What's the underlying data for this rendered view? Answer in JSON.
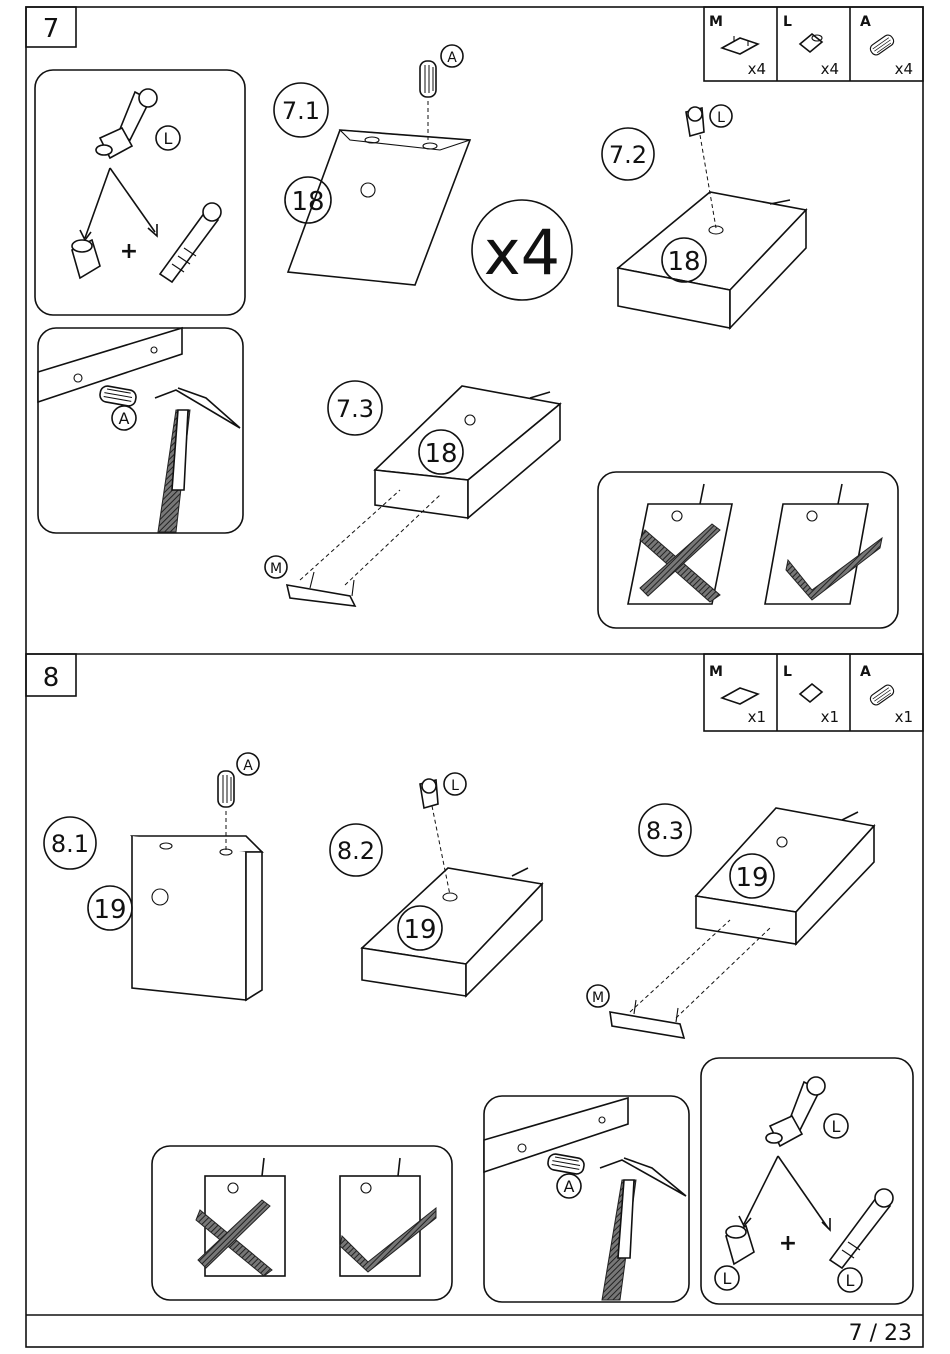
{
  "page_number": "7 / 23",
  "steps": [
    {
      "number": "7",
      "parts": [
        {
          "letter": "M",
          "qty": "x4",
          "icon": "plate-connector-icon"
        },
        {
          "letter": "L",
          "qty": "x4",
          "icon": "cam-nut-icon"
        },
        {
          "letter": "A",
          "qty": "x4",
          "icon": "dowel-icon"
        }
      ],
      "substeps": [
        "7.1",
        "7.2",
        "7.3"
      ],
      "panel_label": "18",
      "repeat": "x4",
      "detail_labels": {
        "split": "L",
        "dowel": "A",
        "plus": "+"
      },
      "callouts": {
        "dowel": "A",
        "cam": "L",
        "plate": "M"
      }
    },
    {
      "number": "8",
      "parts": [
        {
          "letter": "M",
          "qty": "x1",
          "icon": "plate-connector-icon"
        },
        {
          "letter": "L",
          "qty": "x1",
          "icon": "cam-nut-icon"
        },
        {
          "letter": "A",
          "qty": "x1",
          "icon": "dowel-icon"
        }
      ],
      "substeps": [
        "8.1",
        "8.2",
        "8.3"
      ],
      "panel_label": "19",
      "detail_labels": {
        "split": "L",
        "split_a": "L",
        "split_b": "L",
        "dowel": "A",
        "plus": "+"
      },
      "callouts": {
        "dowel": "A",
        "cam": "L",
        "plate": "M"
      }
    }
  ]
}
